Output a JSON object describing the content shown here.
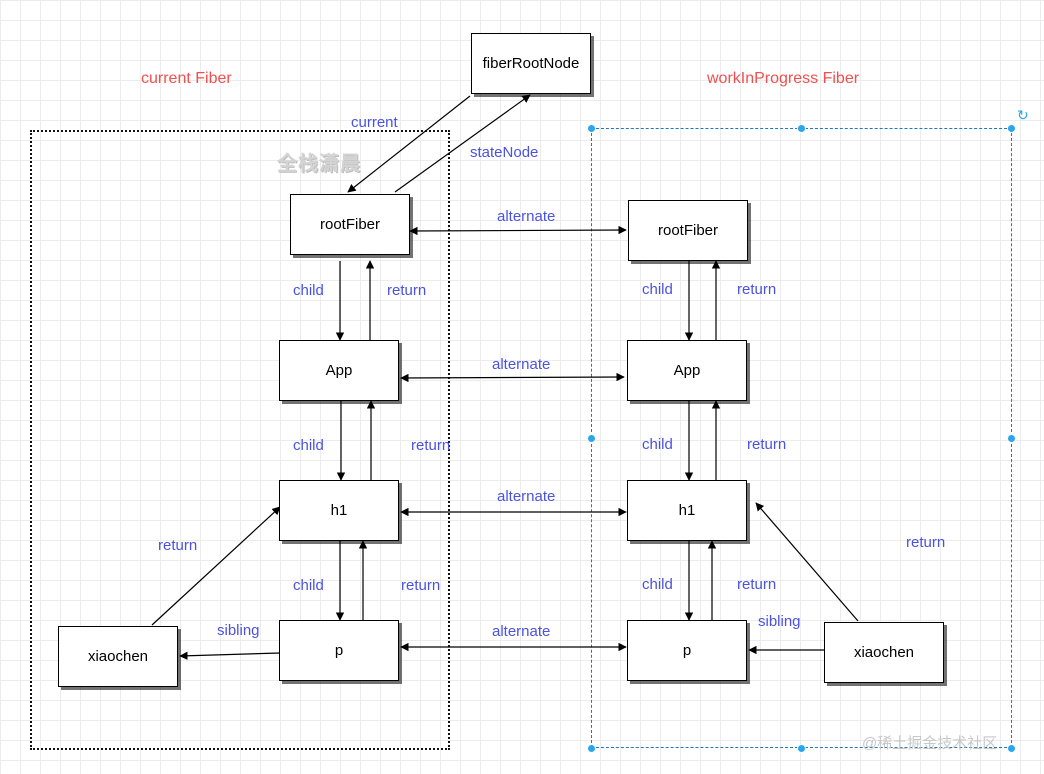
{
  "titles": {
    "current": "current Fiber",
    "wip": "workInProgress Fiber"
  },
  "watermark": "全栈潇晨",
  "footer_watermark": "@稀土掘金技术社区",
  "nodes": {
    "fiberRootNode": "fiberRootNode",
    "cur_rootFiber": "rootFiber",
    "cur_app": "App",
    "cur_h1": "h1",
    "cur_p": "p",
    "cur_xiaochen": "xiaochen",
    "wip_rootFiber": "rootFiber",
    "wip_app": "App",
    "wip_h1": "h1",
    "wip_p": "p",
    "wip_xiaochen": "xiaochen"
  },
  "labels": {
    "current": "current",
    "stateNode": "stateNode",
    "alt1": "alternate",
    "alt2": "alternate",
    "alt3": "alternate",
    "alt4": "alternate",
    "cur_child1": "child",
    "cur_return1": "return",
    "cur_child2": "child",
    "cur_return2": "return",
    "cur_child3": "child",
    "cur_return3": "return",
    "cur_sibling": "sibling",
    "cur_return_x": "return",
    "wip_child1": "child",
    "wip_return1": "return",
    "wip_child2": "child",
    "wip_return2": "return",
    "wip_child3": "child",
    "wip_return3": "return",
    "wip_sibling": "sibling",
    "wip_return_x": "return"
  },
  "colors": {
    "title": "#f0504f",
    "edge_label": "#4a52e0",
    "selection": "#2aa6ee"
  }
}
